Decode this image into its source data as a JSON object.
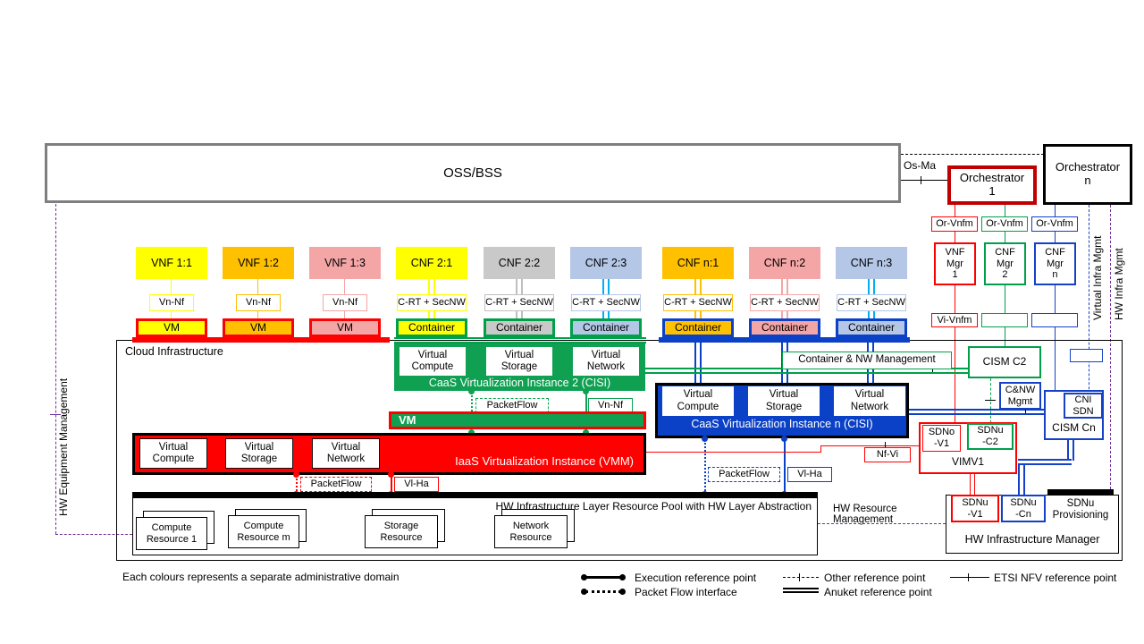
{
  "oss_bss": "OSS/BSS",
  "top": {
    "os_ma": "Os-Ma",
    "orchestrator_1": "Orchestrator\n1",
    "orchestrator_n": "Orchestrator\nn",
    "or_vnfm_1": "Or-Vnfm",
    "or_vnfm_2": "Or-Vnfm",
    "or_vnfm_n": "Or-Vnfm",
    "vnf_mgr_1": "VNF\nMgr\n1",
    "cnf_mgr_2": "CNF\nMgr\n2",
    "cnf_mgr_n": "CNF\nMgr\nn",
    "vi_vnfm": "Vi-Vnfm"
  },
  "columns": [
    {
      "label": "VNF 1:1",
      "iface": "Vn-Nf",
      "runtime": "VM",
      "fill": "#FFFF00",
      "line": "#FFFF00",
      "runtime_border": "#FF0000"
    },
    {
      "label": "VNF 1:2",
      "iface": "Vn-Nf",
      "runtime": "VM",
      "fill": "#FFC000",
      "line": "#FFC000",
      "runtime_border": "#FF0000"
    },
    {
      "label": "VNF 1:3",
      "iface": "Vn-Nf",
      "runtime": "VM",
      "fill": "#F4A6A6",
      "line": "#F4A6A6",
      "runtime_border": "#FF0000"
    },
    {
      "label": "CNF 2:1",
      "iface": "C-RT + SecNW",
      "runtime": "Container",
      "fill": "#FFFF00",
      "line": "#FFFF00",
      "runtime_border": "#00A04A"
    },
    {
      "label": "CNF 2:2",
      "iface": "C-RT + SecNW",
      "runtime": "Container",
      "fill": "#C9C9C9",
      "line": "#BFBFBF",
      "runtime_border": "#00A04A"
    },
    {
      "label": "CNF 2:3",
      "iface": "C-RT + SecNW",
      "runtime": "Container",
      "fill": "#B4C7E7",
      "line": "#00B0F0",
      "runtime_border": "#00A04A"
    },
    {
      "label": "CNF n:1",
      "iface": "C-RT + SecNW",
      "runtime": "Container",
      "fill": "#FFC000",
      "line": "#FFC000",
      "runtime_border": "#0B41C6"
    },
    {
      "label": "CNF n:2",
      "iface": "C-RT + SecNW",
      "runtime": "Container",
      "fill": "#F4A6A6",
      "line": "#F4A6A6",
      "runtime_border": "#0B41C6"
    },
    {
      "label": "CNF n:3",
      "iface": "C-RT + SecNW",
      "runtime": "Container",
      "fill": "#B4C7E7",
      "line": "#00B0F0",
      "runtime_border": "#0B41C6"
    }
  ],
  "cloud": {
    "title": "Cloud Infrastructure",
    "cisi2": {
      "vc": "Virtual\nCompute",
      "vs": "Virtual\nStorage",
      "vn": "Virtual\nNetwork",
      "label": "CaaS Virtualization Instance 2 (CISI)",
      "packetflow": "PacketFlow",
      "vn_nf": "Vn-Nf"
    },
    "vm_bar": "VM",
    "iaas": {
      "vc": "Virtual\nCompute",
      "vs": "Virtual\nStorage",
      "vn": "Virtual\nNetwork",
      "label": "IaaS Virtualization Instance (VMM)",
      "packetflow": "PacketFlow",
      "vl_ha": "Vl-Ha"
    },
    "cisin": {
      "vc": "Virtual\nCompute",
      "vs": "Virtual\nStorage",
      "vn": "Virtual\nNetwork",
      "label": "CaaS Virtualization Instance n (CISI)",
      "packetflow": "PacketFlow",
      "vl_ha": "Vl-Ha"
    },
    "container_nw_mgmt": "Container & NW  Management",
    "cism_c2": "CISM C2",
    "cnw_mgmt": "C&NW\nMgmt",
    "cni_sdn": "CNI\nSDN",
    "cism_cn": "CISM Cn",
    "sdno_v1": "SDNo\n-V1",
    "sdnu_c2": "SDNu\n-C2",
    "vimv1": "VIMV1",
    "nf_vi": "Nf-Vi"
  },
  "hw_pool": {
    "label": "HW Infrastructure Layer Resource Pool with HW Layer Abstraction",
    "res1": "Compute\nResource 1",
    "res2": "Compute\nResource m",
    "res3": "Storage\nResource",
    "res4": "Network\nResource"
  },
  "hw_mgr": {
    "sdnu_v1": "SDNu\n-V1",
    "sdnu_cn": "SDNu\n-Cn",
    "sdnu_prov": "SDNu\nProvisioning",
    "label": "HW Infrastructure Manager",
    "hw_res_mgmt": "HW Resource\nManagement"
  },
  "side": {
    "hw_equipment": "HW Equipment Management",
    "virtual_infra": "Virtual Infra Mgmt",
    "hw_infra": "HW Infra Mgmt"
  },
  "legend": {
    "note": "Each colours represents a separate administrative domain",
    "execution": "Execution reference point",
    "packet_flow": "Packet Flow interface",
    "other": "Other reference point",
    "anuket": "Anuket reference point",
    "etsi": "ETSI NFV reference point"
  },
  "colors": {
    "red": "#FF0000",
    "dark_red": "#C00000",
    "green": "#00A04A",
    "blue": "#1540C8",
    "blue_fill": "#0B41C6",
    "yellow": "#FFFF00",
    "orange": "#FFC000",
    "pink": "#F4A6A6",
    "gray": "#C9C9C9",
    "light_blue": "#B4C7E7",
    "cyan": "#00B0F0",
    "purple": "#7030A0",
    "border_gray": "#7F7F7F"
  }
}
